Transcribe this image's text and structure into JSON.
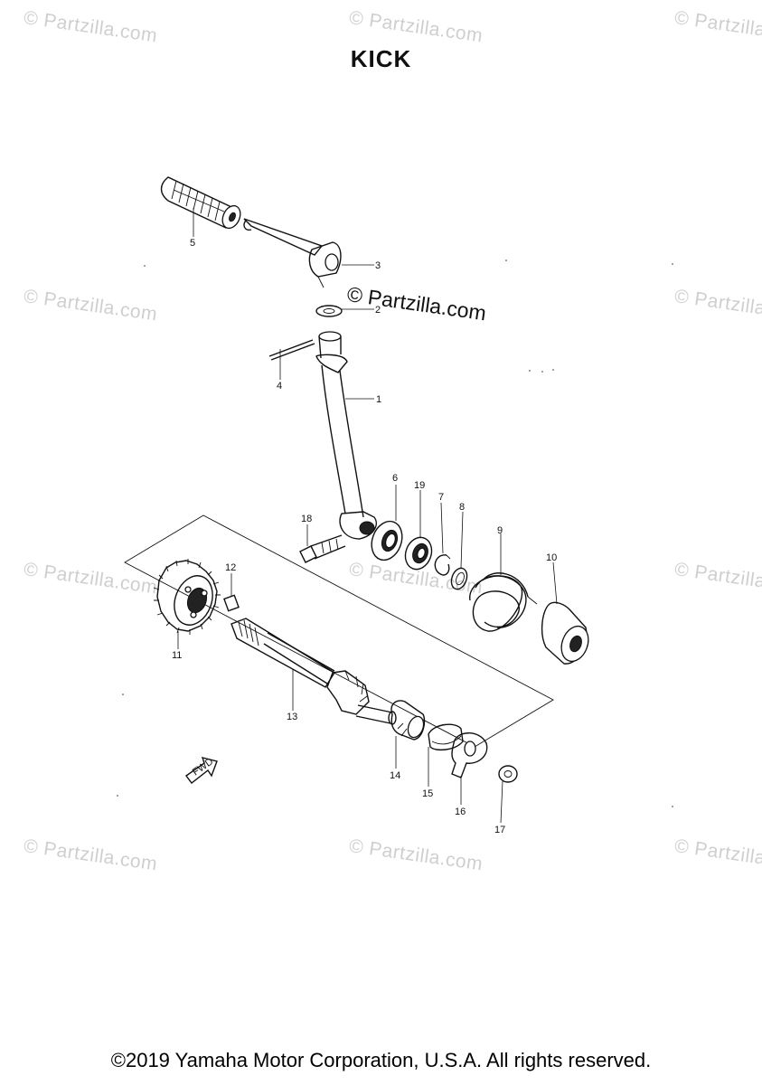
{
  "title": "KICK",
  "watermark": "© Partzilla.com",
  "center_watermark": "© Partzilla.com",
  "copyright": "©2019 Yamaha Motor Corporation, U.S.A. All rights reserved.",
  "fwd_label": "FWD",
  "callouts": [
    "1",
    "2",
    "3",
    "4",
    "5",
    "6",
    "7",
    "8",
    "9",
    "10",
    "11",
    "12",
    "13",
    "14",
    "15",
    "16",
    "17",
    "18",
    "19"
  ]
}
